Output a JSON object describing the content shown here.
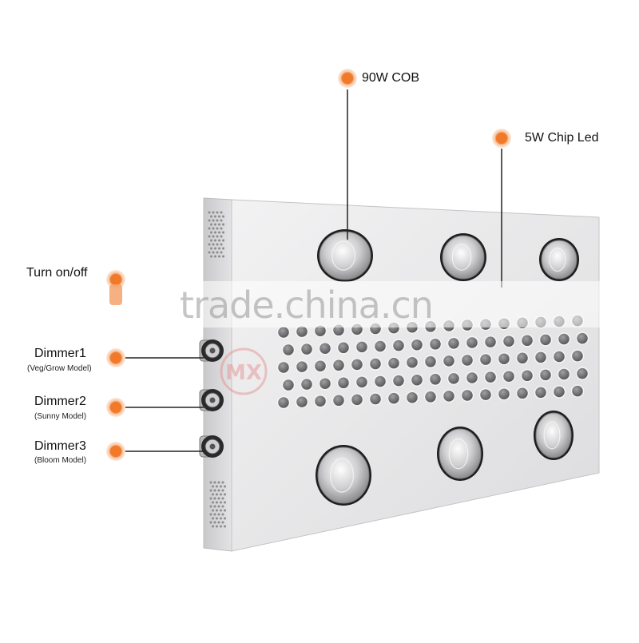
{
  "labels": {
    "cob": "90W COB",
    "chip": "5W Chip Led",
    "power": "Turn on/off",
    "dimmer1": "Dimmer1",
    "dimmer1_sub": "(Veg/Grow Model)",
    "dimmer2": "Dimmer2",
    "dimmer2_sub": "(Sunny Model)",
    "dimmer3": "Dimmer3",
    "dimmer3_sub": "(Bloom Model)"
  },
  "watermark": "trade.china.cn",
  "logo_text": "MX",
  "colors": {
    "accent": "#f07a2a",
    "panel": "#e9e9eb",
    "panel_side": "#d4d4d6",
    "led": "#6e6e70"
  },
  "icons": [
    "orange-dot-icon",
    "lens-icon",
    "connector-icon",
    "vent-grille-icon"
  ]
}
